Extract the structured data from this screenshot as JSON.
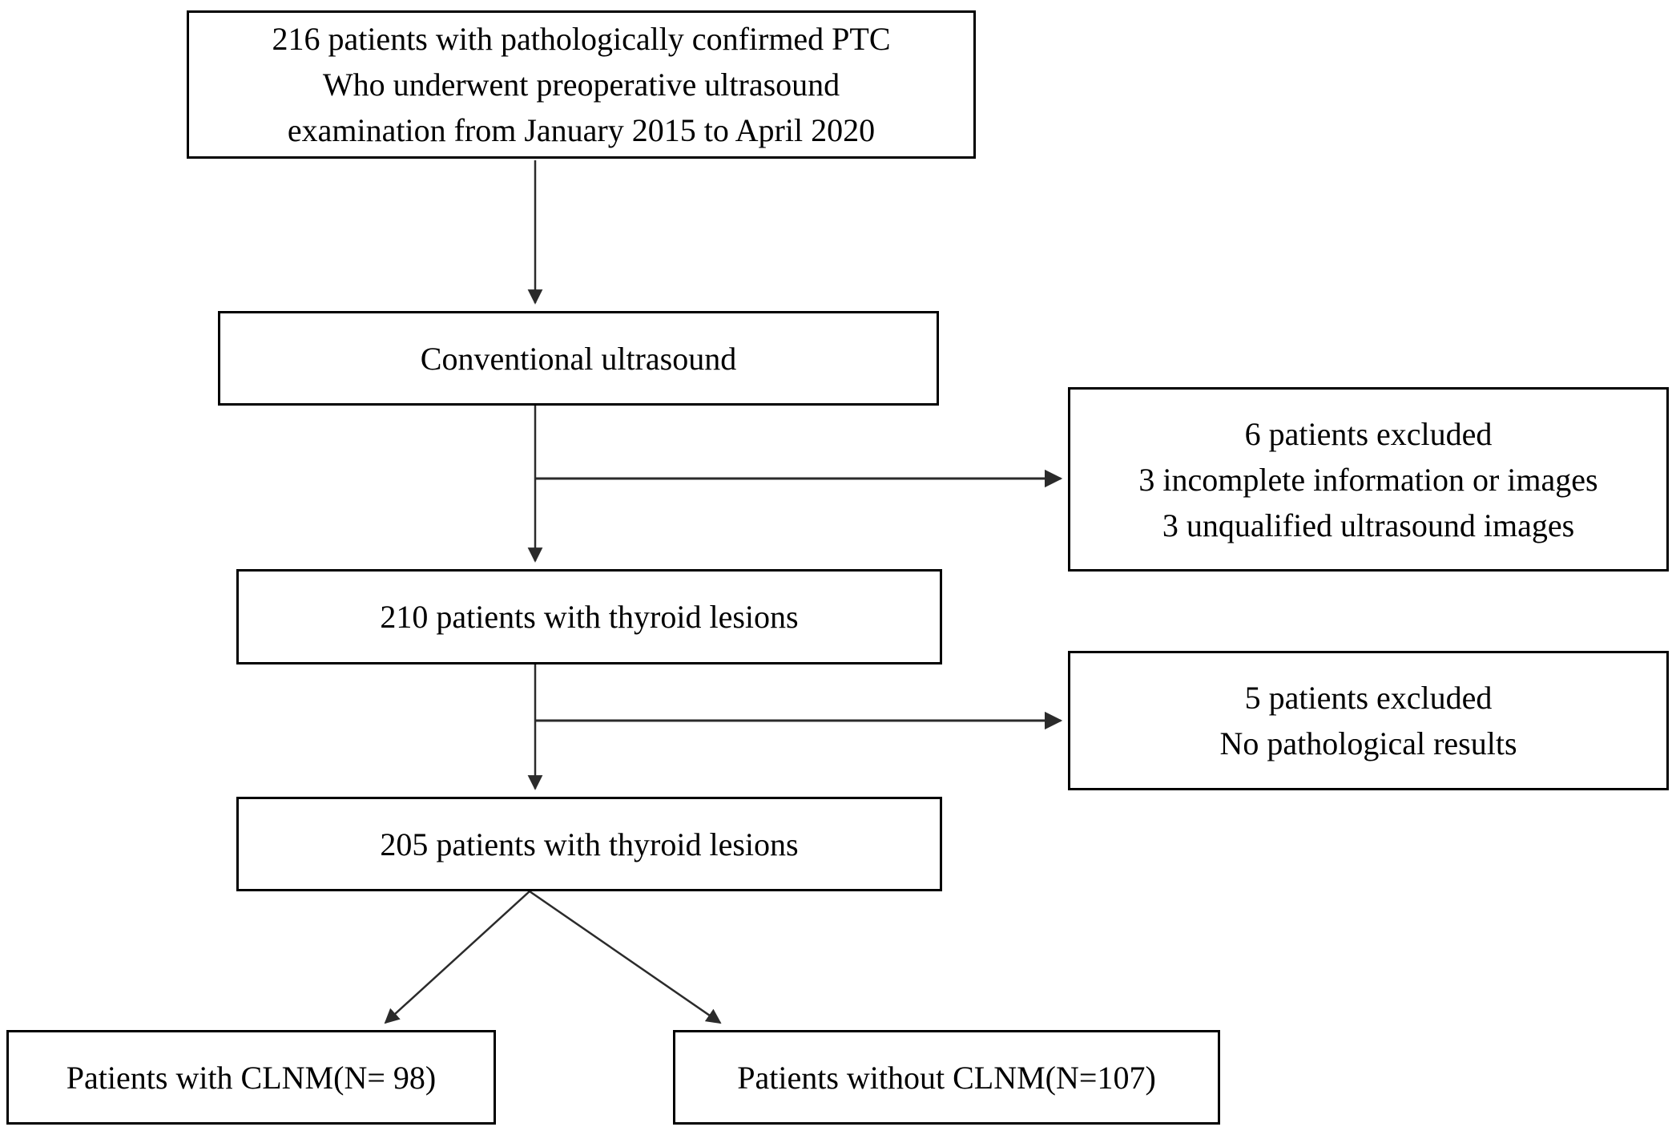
{
  "flowchart": {
    "boxes": {
      "initial": {
        "lines": [
          "216 patients with pathologically confirmed PTC",
          "Who underwent preoperative ultrasound",
          "examination from January 2015 to April 2020"
        ]
      },
      "conventional_ultrasound": {
        "label": "Conventional ultrasound"
      },
      "excluded_after_ultrasound": {
        "lines": [
          "6 patients excluded",
          "3 incomplete information or images",
          "3 unqualified ultrasound images"
        ]
      },
      "lesions_210": {
        "label": "210 patients with thyroid lesions"
      },
      "excluded_no_pathology": {
        "lines": [
          "5 patients excluded",
          "No pathological results"
        ]
      },
      "lesions_205": {
        "label": "205 patients with thyroid lesions"
      },
      "with_clnm": {
        "label": "Patients with CLNM(N= 98)"
      },
      "without_clnm": {
        "label": "Patients without CLNM(N=107)"
      }
    },
    "colors": {
      "box_border": "#000000",
      "text": "#000000",
      "background": "#ffffff",
      "arrow": "#2b2b2b"
    }
  }
}
